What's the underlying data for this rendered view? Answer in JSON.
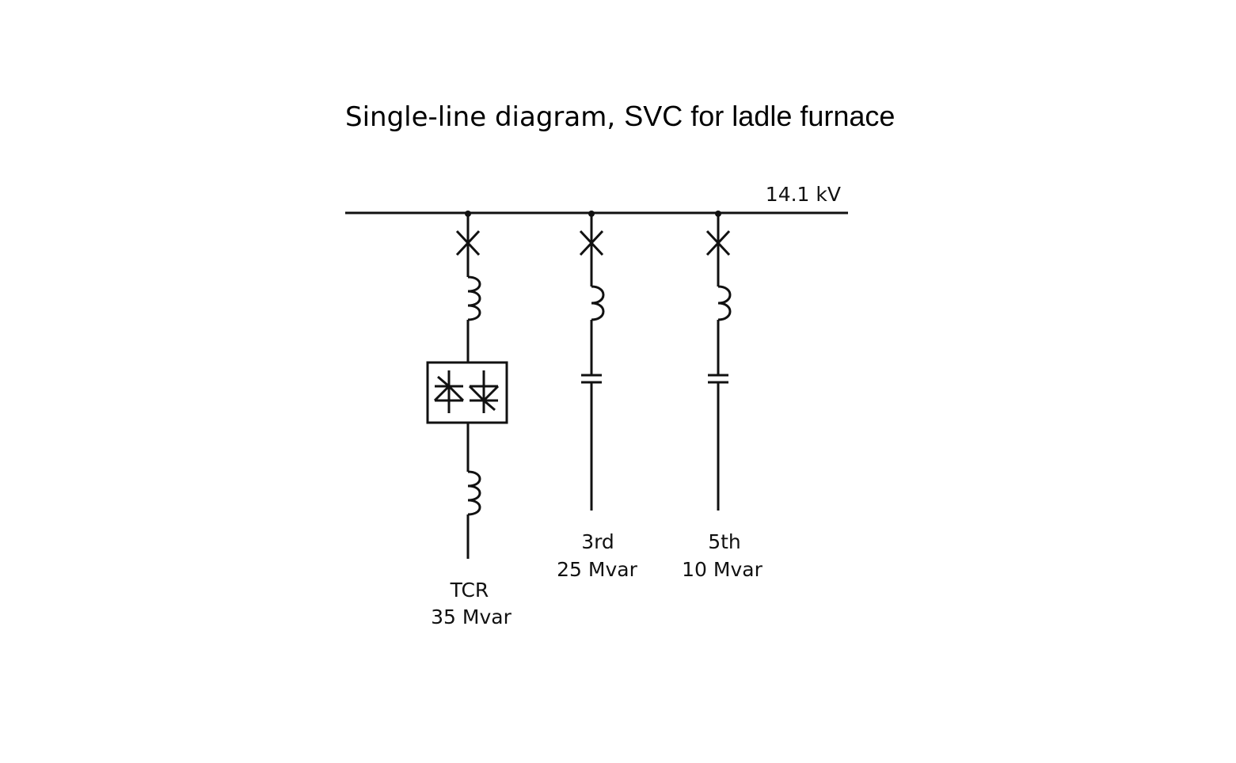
{
  "title": {
    "bold": "Single-line diagram,",
    "regular": "SVC for ladle furnace"
  },
  "busbar": {
    "voltage_label": "14.1 kV"
  },
  "branches": [
    {
      "id": "tcr",
      "name": "TCR",
      "rating": "35 Mvar"
    },
    {
      "id": "third",
      "name": "3rd",
      "rating": "25 Mvar"
    },
    {
      "id": "fifth",
      "name": "5th",
      "rating": "10 Mvar"
    }
  ],
  "colors": {
    "line": "#111111",
    "background": "#ffffff"
  }
}
